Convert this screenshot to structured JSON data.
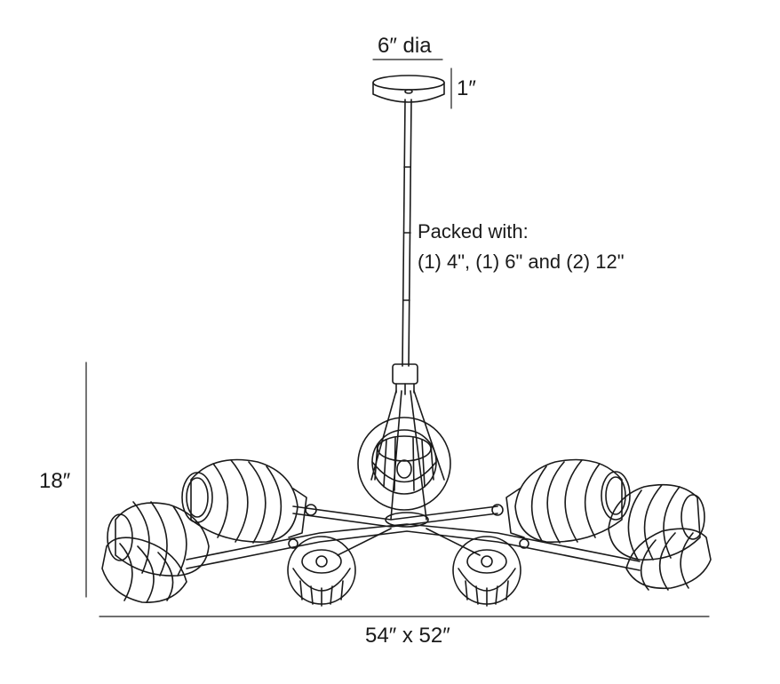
{
  "dimensions": {
    "canopy_diameter": "6″ dia",
    "canopy_height": "1″",
    "overall_height": "18″",
    "overall_width_depth": "54″ x 52″"
  },
  "note": {
    "line1": "Packed with:",
    "line2": "(1) 4\", (1) 6\" and (2) 12\""
  },
  "colors": {
    "line": "#1a1a1a",
    "background": "#ffffff"
  }
}
